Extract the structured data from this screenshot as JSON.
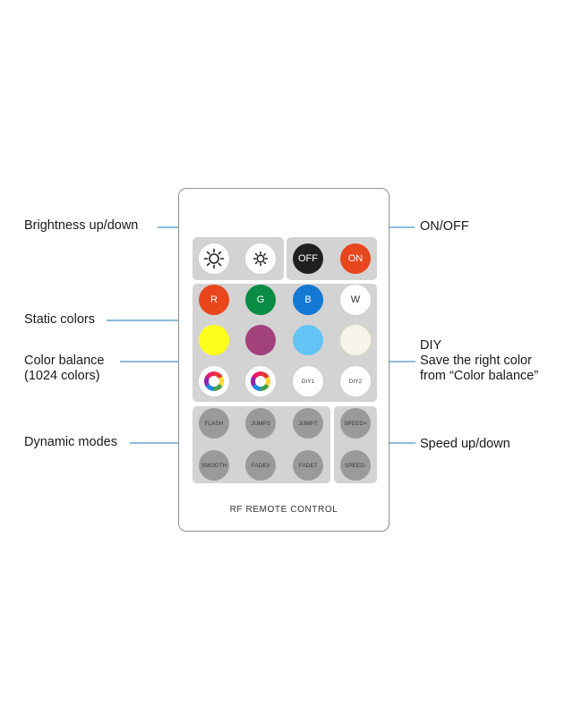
{
  "remote": {
    "title": "RF REMOTE CONTROL",
    "buttons": {
      "brightness_up": {
        "icon": "sun-icon"
      },
      "brightness_down": {
        "icon": "sun-small-icon"
      },
      "off": {
        "label": "OFF",
        "color": "#1f1f1f"
      },
      "on": {
        "label": "ON",
        "color": "#e8461e"
      },
      "red": {
        "label": "R",
        "color": "#e9461c"
      },
      "green": {
        "label": "G",
        "color": "#0a8c45"
      },
      "blue": {
        "label": "B",
        "color": "#1278d4"
      },
      "white": {
        "label": "W",
        "color": "#ffffff"
      },
      "yellow": {
        "color": "#ffff1c"
      },
      "purple": {
        "color": "#a2427a"
      },
      "light_blue": {
        "color": "#62c4f4"
      },
      "warm_white": {
        "color": "#f7f5ea"
      },
      "color_balance_1": {
        "icon": "color-wheel-icon"
      },
      "color_balance_2": {
        "icon": "color-wheel-icon"
      },
      "diy1": {
        "label": "DIY1"
      },
      "diy2": {
        "label": "DIY2"
      },
      "flash": {
        "label": "FLASH"
      },
      "jump3": {
        "label": "JUMP3"
      },
      "jump7": {
        "label": "JUMP7"
      },
      "smooth": {
        "label": "SMOOTH"
      },
      "fade3": {
        "label": "FADE3"
      },
      "fade7": {
        "label": "FADE7"
      },
      "speed_up": {
        "label": "SPEED+"
      },
      "speed_down": {
        "label": "SPEED-"
      }
    }
  },
  "callouts": {
    "brightness": "Brightness up/down",
    "on_off": "ON/OFF",
    "static_colors": "Static colors",
    "color_balance_line1": "Color balance",
    "color_balance_line2": "(1024 colors)",
    "diy_line1": "DIY",
    "diy_line2": "Save the right color",
    "diy_line3": "from “Color balance”",
    "dynamic_modes": "Dynamic modes",
    "speed": "Speed up/down"
  }
}
